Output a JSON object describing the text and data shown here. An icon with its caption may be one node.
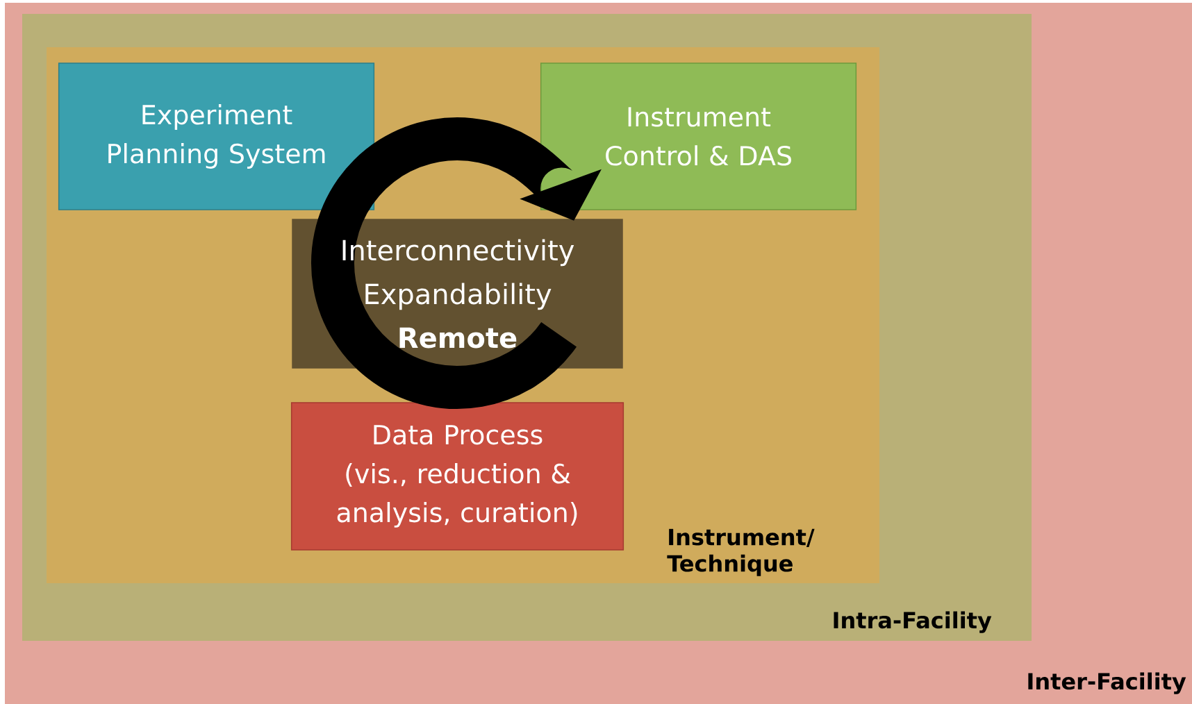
{
  "diagram": {
    "nodes": [
      {
        "text": [
          "Inter-Facility"
        ]
      },
      {
        "text": [
          "Intra-Facility"
        ],
        "in": 0
      },
      {
        "text": [
          "Instrument/ Technique"
        ],
        "in": 1
      },
      {
        "text": [
          "Experiment Planning System"
        ],
        "in": 2
      },
      {
        "text": [
          "Instrument Control & DAS"
        ],
        "in": 2
      },
      {
        "text": [
          "Interconnectivity",
          "Expandability",
          "Remote"
        ],
        "in": 2
      },
      {
        "text": [
          "Data Process (vis., reduction & analysis, curation)"
        ],
        "in": 2
      }
    ]
  }
}
